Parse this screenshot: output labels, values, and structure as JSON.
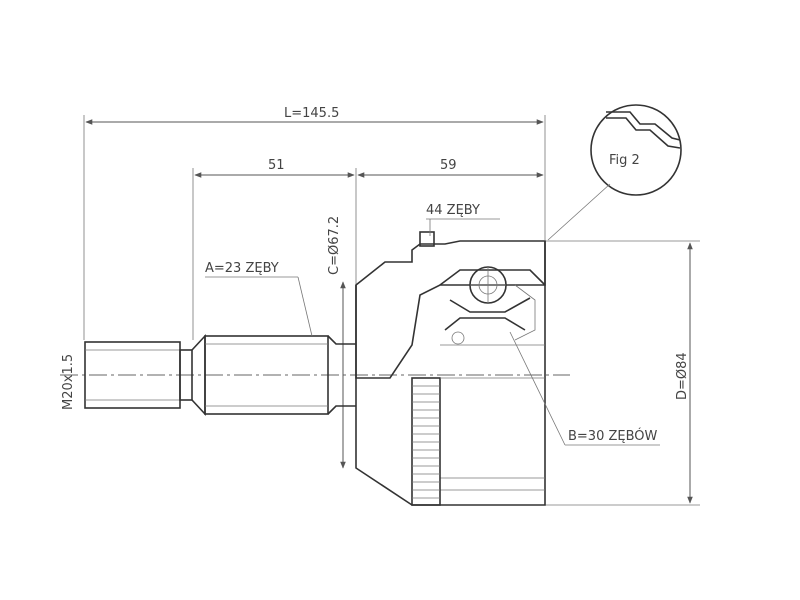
{
  "dimensions": {
    "overall_length": "L=145.5",
    "spline_section": "51",
    "bell_section": "59",
    "seal_diameter": "C=Ø67.2",
    "outer_diameter": "D=Ø84",
    "thread": "M20x1.5"
  },
  "callouts": {
    "abs_ring": "44 ZĘBY",
    "outer_spline": "A=23 ZĘBY",
    "inner_spline": "B=30 ZĘBÓW",
    "detail": "Fig 2"
  },
  "colors": {
    "line": "#555555",
    "text": "#444444",
    "background": "#ffffff"
  }
}
